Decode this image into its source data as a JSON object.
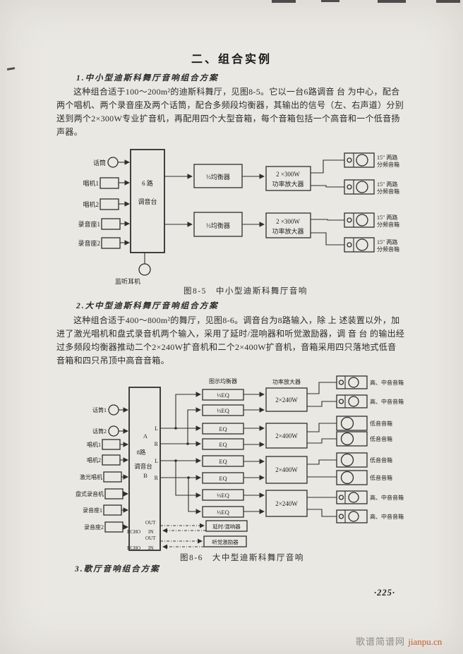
{
  "page": {
    "title": "二、组合实例",
    "page_number": "·225·",
    "watermark_name": "歌谱简谱网 ",
    "watermark_url": "jianpu.cn"
  },
  "section1": {
    "heading": "1.中小型迪斯科舞厅音响组合方案",
    "lines": [
      "这种组合适于100～200m²的迪斯科舞厅，见图8-5。它以一台6路调音 台 为中心，配合",
      "两个唱机、两个录音座及两个话筒，配合多频段均衡器，其输出的信号（左、右声道）分别",
      "送到两个2×300W专业扩音机，再配用四个大型音箱，每个音箱包括一个高音和一个低音扬",
      "声器。"
    ]
  },
  "figure1": {
    "caption": "图8-5　中小型迪斯科舞厅音响",
    "inputs": [
      "话筒",
      "唱机1",
      "唱机2",
      "录音座1",
      "录音座2"
    ],
    "mixer_line1": "6 路",
    "mixer_line2": "调音台",
    "monitor_label": "监听耳机",
    "eq_label": "⅓均衡器",
    "amp_line1": "2 ×300W",
    "amp_line2": "功率放大器",
    "speaker_line1": "15″ 两路",
    "speaker_line2": "分频音箱"
  },
  "section2": {
    "heading": "2.大中型迪斯科舞厅音响组合方案",
    "lines": [
      "这种组合适于400～800m²的舞厅，见图8-6。调音台为8路输入，除 上 述装置以外，加",
      "进了激光唱机和盘式录音机两个输入，采用了延时/混响器和听觉激励器，调 音 台 的输出经",
      "过多频段均衡器推动二个2×240W扩音机和二个2×400W扩音机，音箱采用四只落地式低音",
      "音箱和四只吊顶中高音音箱。"
    ]
  },
  "figure2": {
    "caption": "图8-6　大中型迪斯科舞厅音响",
    "eq_header": "图示均衡器",
    "amp_header": "功率放大器",
    "inputs": [
      "话筒1",
      "话筒2",
      "唱机1",
      "唱机2",
      "激光唱机",
      "盘式录音机",
      "录音座1",
      "录音座2"
    ],
    "mixer": {
      "out_a": "A",
      "channels": "8路",
      "name": "调音台",
      "out_b": "B"
    },
    "out_labels": [
      "L",
      "R",
      "L",
      "R"
    ],
    "echo_label": "ECHO",
    "echo_out": "OUT",
    "echo_in": "IN",
    "eq_boxes": [
      "⅓EQ",
      "⅓EQ",
      "EQ",
      "EQ",
      "EQ",
      "EQ",
      "⅓EQ",
      "⅓EQ"
    ],
    "effects": [
      "延时/混响器",
      "听觉激励器"
    ],
    "amps": [
      "2×240W",
      "2×400W",
      "2×400W",
      "2×240W"
    ],
    "speakers": [
      "高、中音音箱",
      "高、中音音箱",
      "低音音箱",
      "低音音箱",
      "低音音箱",
      "低音音箱",
      "高、中音音箱",
      "高、中音音箱"
    ]
  },
  "section3": {
    "heading": "3.歌厅音响组合方案"
  }
}
